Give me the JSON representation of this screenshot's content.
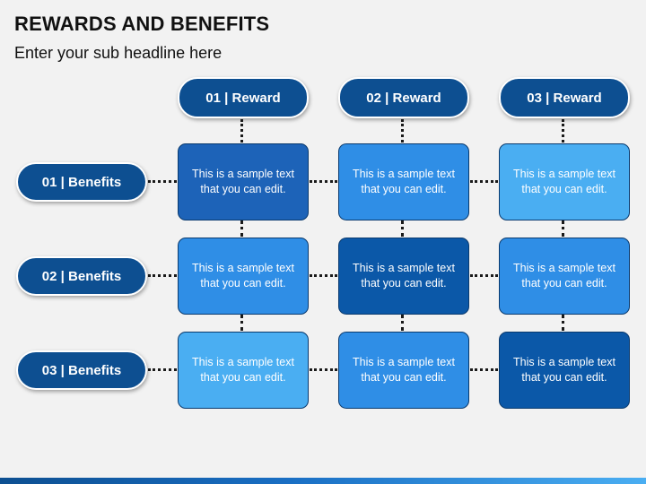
{
  "title": "REWARDS AND BENEFITS",
  "subtitle": "Enter your sub headline here",
  "columns": [
    "01 | Reward",
    "02 | Reward",
    "03 | Reward"
  ],
  "rows": [
    "01 | Benefits",
    "02 | Benefits",
    "03 | Benefits"
  ],
  "cells": [
    [
      "This is a sample text that you can edit.",
      "This is a sample text that you can edit.",
      "This is a sample text that you can edit."
    ],
    [
      "This is a sample text that you can edit.",
      "This is a sample text that you can edit.",
      "This is a sample text that you can edit."
    ],
    [
      "This is a sample text that you can edit.",
      "This is a sample text that you can edit.",
      "This is a sample text that you can edit."
    ]
  ],
  "colors": {
    "pill": "#0d4f91",
    "medium": "#1d63b8",
    "bright": "#2f8ee6",
    "light": "#4aaef2",
    "dark": "#0b58a8"
  }
}
